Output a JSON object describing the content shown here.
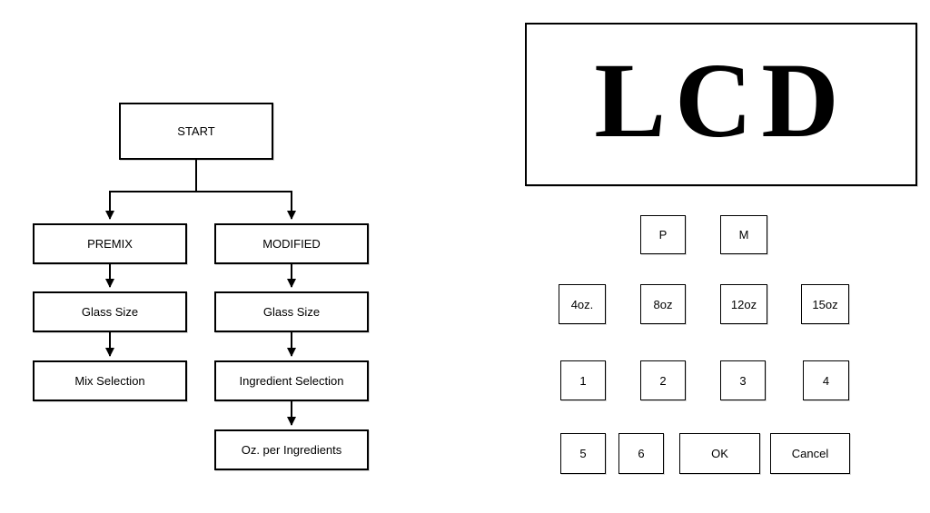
{
  "flowchart": {
    "nodes": {
      "start": "START",
      "premix": "PREMIX",
      "modified": "MODIFIED",
      "glass_size_left": "Glass Size",
      "glass_size_right": "Glass Size",
      "mix_selection": "Mix Selection",
      "ingredient_selection": "Ingredient Selection",
      "oz_per_ingredients": "Oz. per Ingredients"
    }
  },
  "lcd": {
    "label": "LCD"
  },
  "keypad": {
    "p": "P",
    "m": "M",
    "oz4": "4oz.",
    "oz8": "8oz",
    "oz12": "12oz",
    "oz15": "15oz",
    "n1": "1",
    "n2": "2",
    "n3": "3",
    "n4": "4",
    "n5": "5",
    "n6": "6",
    "ok": "OK",
    "cancel": "Cancel"
  },
  "colors": {
    "border": "#000000",
    "background": "#ffffff",
    "text": "#000000"
  }
}
